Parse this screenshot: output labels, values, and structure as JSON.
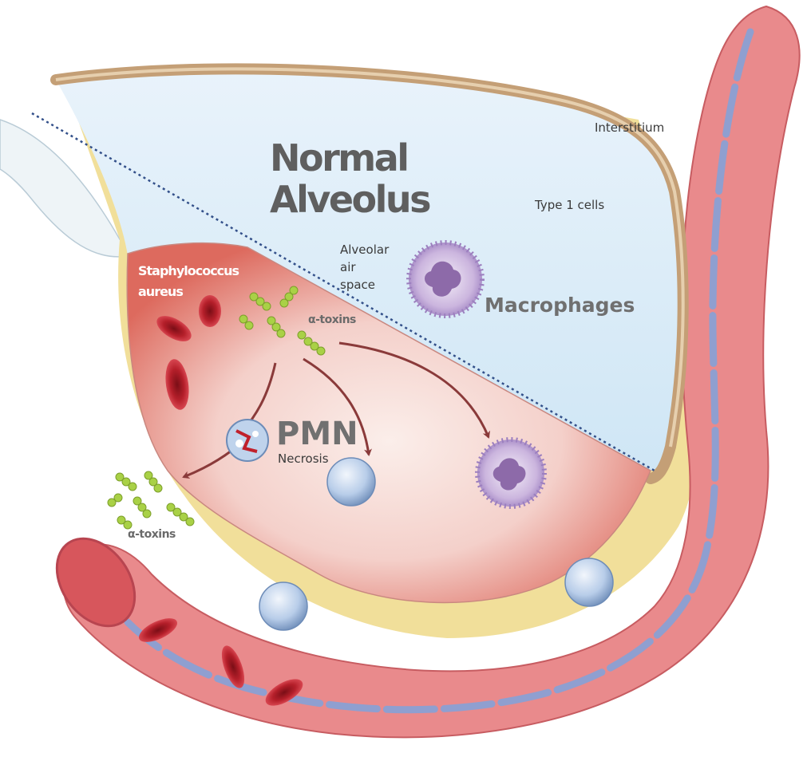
{
  "labels": {
    "title_line1": "Normal",
    "title_line2": "Alveolus",
    "interstitium": "Interstitium",
    "type1": "Type 1 cells",
    "airspace_1": "Alveolar",
    "airspace_2": "air",
    "airspace_3": "space",
    "macrophages": "Macrophages",
    "staph_1": "Staphylococcus",
    "staph_2": "aureus",
    "toxins_top": "α-toxins",
    "pmn": "PMN",
    "necrosis": "Necrosis",
    "toxins_bottom": "α-toxins"
  },
  "colors": {
    "airspace": "#d4e9f6",
    "capillary": "#e98a8c",
    "interstitial_fill": "#f1df9a",
    "infected_tissue": "#f2c7c2",
    "wall": "#c49f76",
    "rbc": "#c0202b",
    "neutrophil": "#bfd3ec",
    "macrophage": "#c7b0d8",
    "bacteria": "#a9d146",
    "arrow": "#8a3a3a"
  }
}
